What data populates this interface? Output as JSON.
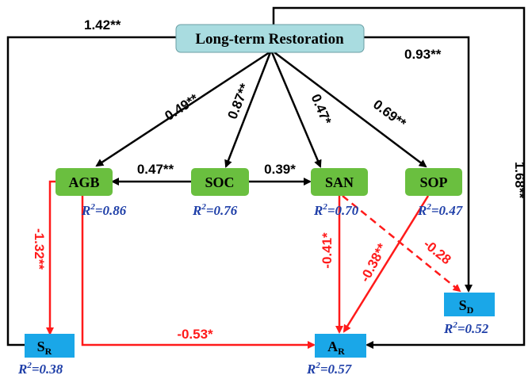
{
  "nodes": {
    "root": {
      "label": "Long-term Restoration"
    },
    "agb": {
      "label": "AGB",
      "r2_label": "R",
      "r2_sup": "2",
      "r2_value": "=0.86"
    },
    "soc": {
      "label": "SOC",
      "r2_label": "R",
      "r2_sup": "2",
      "r2_value": "=0.76"
    },
    "san": {
      "label": "SAN",
      "r2_label": "R",
      "r2_sup": "2",
      "r2_value": "=0.70"
    },
    "sop": {
      "label": "SOP",
      "r2_label": "R",
      "r2_sup": "2",
      "r2_value": "=0.47"
    },
    "sr": {
      "label": "S",
      "sub": "R",
      "r2_label": "R",
      "r2_sup": "2",
      "r2_value": "=0.38"
    },
    "ar": {
      "label": "A",
      "sub": "R",
      "r2_label": "R",
      "r2_sup": "2",
      "r2_value": "=0.57"
    },
    "sd": {
      "label": "S",
      "sub": "D",
      "r2_label": "R",
      "r2_sup": "2",
      "r2_value": "=0.52"
    }
  },
  "paths": {
    "root_sr": "1.42**",
    "root_sd": "0.93**",
    "root_agb": "0.49**",
    "root_soc": "0.87**",
    "root_san": "0.47*",
    "root_sop": "0.69**",
    "soc_agb": "0.47**",
    "soc_san": "0.39*",
    "root_ar": "1.68**",
    "agb_sr": "-1.32**",
    "agb_ar": "-0.53*",
    "san_ar": "-0.41*",
    "sop_ar": "-0.38**",
    "san_sd": "-0.28"
  },
  "colors": {
    "root_fill": "#a9dce0",
    "node_fill": "#6abf3f",
    "target_fill": "#1aa7e8",
    "positive": "#000000",
    "negative": "#ff1a1a",
    "r2_text": "#1f3fa8"
  }
}
